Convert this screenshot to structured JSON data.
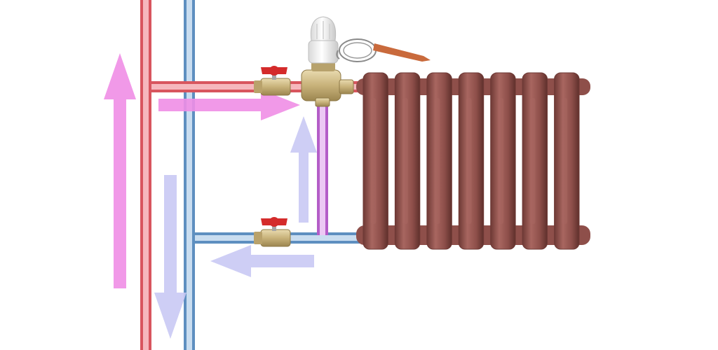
{
  "colors": {
    "background": "#ffffff",
    "hot_pipe_outer": "#d8555e",
    "hot_pipe_inner": "#f6b7bd",
    "cold_pipe_outer": "#5e8fc0",
    "cold_pipe_inner": "#c9ddf0",
    "bypass_outer": "#b45dc8",
    "bypass_inner": "#ecc8f4",
    "hot_flow_arrow": "#f08ee6",
    "cold_flow_arrow": "#c9c9f4",
    "radiator_body": "#8e4f4a",
    "radiator_shadow": "#6e3935",
    "radiator_highlight": "#a86660",
    "valve_brass": "#c8b27a",
    "valve_handle": "#d42b2b",
    "thermo_head": "#f2f2f2",
    "sensor_probe": "#c96a3c"
  },
  "components": {
    "hot_riser": "hot-water-riser",
    "cold_riser": "return-riser",
    "supply_branch": "supply-pipe",
    "return_branch": "return-pipe",
    "bypass": "bypass-pipe",
    "supply_shutoff": "ball-valve",
    "return_shutoff": "ball-valve",
    "three_way_valve": "thermostatic-three-way-valve",
    "thermostat_head": "thermostatic-head",
    "remote_sensor": "remote-sensor-with-capillary",
    "radiator": "cast-iron-radiator"
  },
  "radiator_sections": 7,
  "flow_arrows": [
    {
      "name": "hot-riser-flow-arrow",
      "direction": "up",
      "stream": "hot"
    },
    {
      "name": "supply-flow-arrow",
      "direction": "right",
      "stream": "hot"
    },
    {
      "name": "bypass-flow-arrow",
      "direction": "up",
      "stream": "cold"
    },
    {
      "name": "return-flow-arrow",
      "direction": "left",
      "stream": "cold"
    },
    {
      "name": "return-riser-flow-arrow",
      "direction": "down",
      "stream": "cold"
    }
  ]
}
